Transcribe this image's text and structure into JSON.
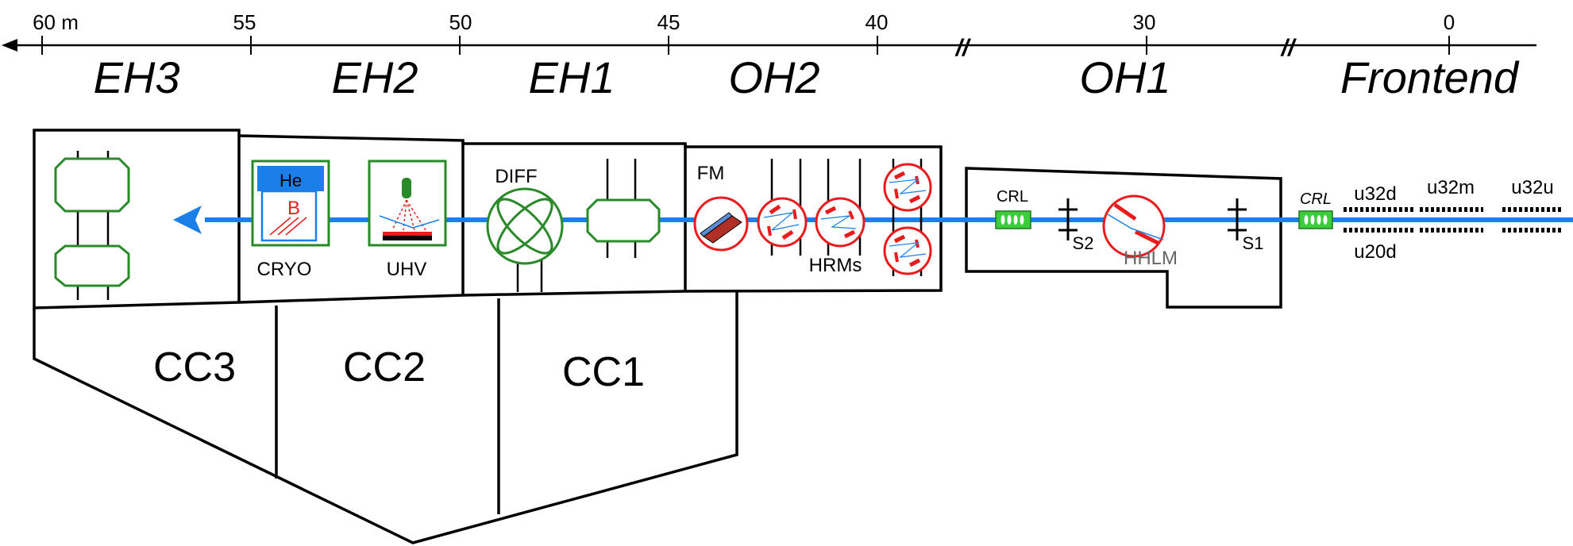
{
  "axis": {
    "ticks": [
      {
        "label": "60 m",
        "x": 60
      },
      {
        "label": "55",
        "x": 55
      },
      {
        "label": "50",
        "x": 50
      },
      {
        "label": "45",
        "x": 45
      },
      {
        "label": "40",
        "x": 40
      },
      {
        "label": "30",
        "x": 30
      },
      {
        "label": "0",
        "x": 0
      }
    ],
    "break_mark": "//"
  },
  "halls": {
    "eh3": "EH3",
    "eh2": "EH2",
    "eh1": "EH1",
    "oh2": "OH2",
    "oh1": "OH1",
    "frontend": "Frontend"
  },
  "control_cabins": {
    "cc3": "CC3",
    "cc2": "CC2",
    "cc1": "CC1"
  },
  "components": {
    "he": "He",
    "b_field": "B",
    "cryo": "CRYO",
    "uhv": "UHV",
    "diff": "DIFF",
    "fm": "FM",
    "hrms": "HRMs",
    "crl_oh1": "CRL",
    "crl_frontend": "CRL",
    "s2": "S2",
    "s1": "S1",
    "hhlm": "HHLM",
    "u32d": "u32d",
    "u32m": "u32m",
    "u32u": "u32u",
    "u20d": "u20d"
  },
  "colors": {
    "beam": "#1a7fe8",
    "optics_red": "#e81c1c",
    "equipment_green": "#2a8a2a",
    "crl_green": "#3ccc3c",
    "walls": "#000000",
    "hhlm_text": "#666666"
  }
}
